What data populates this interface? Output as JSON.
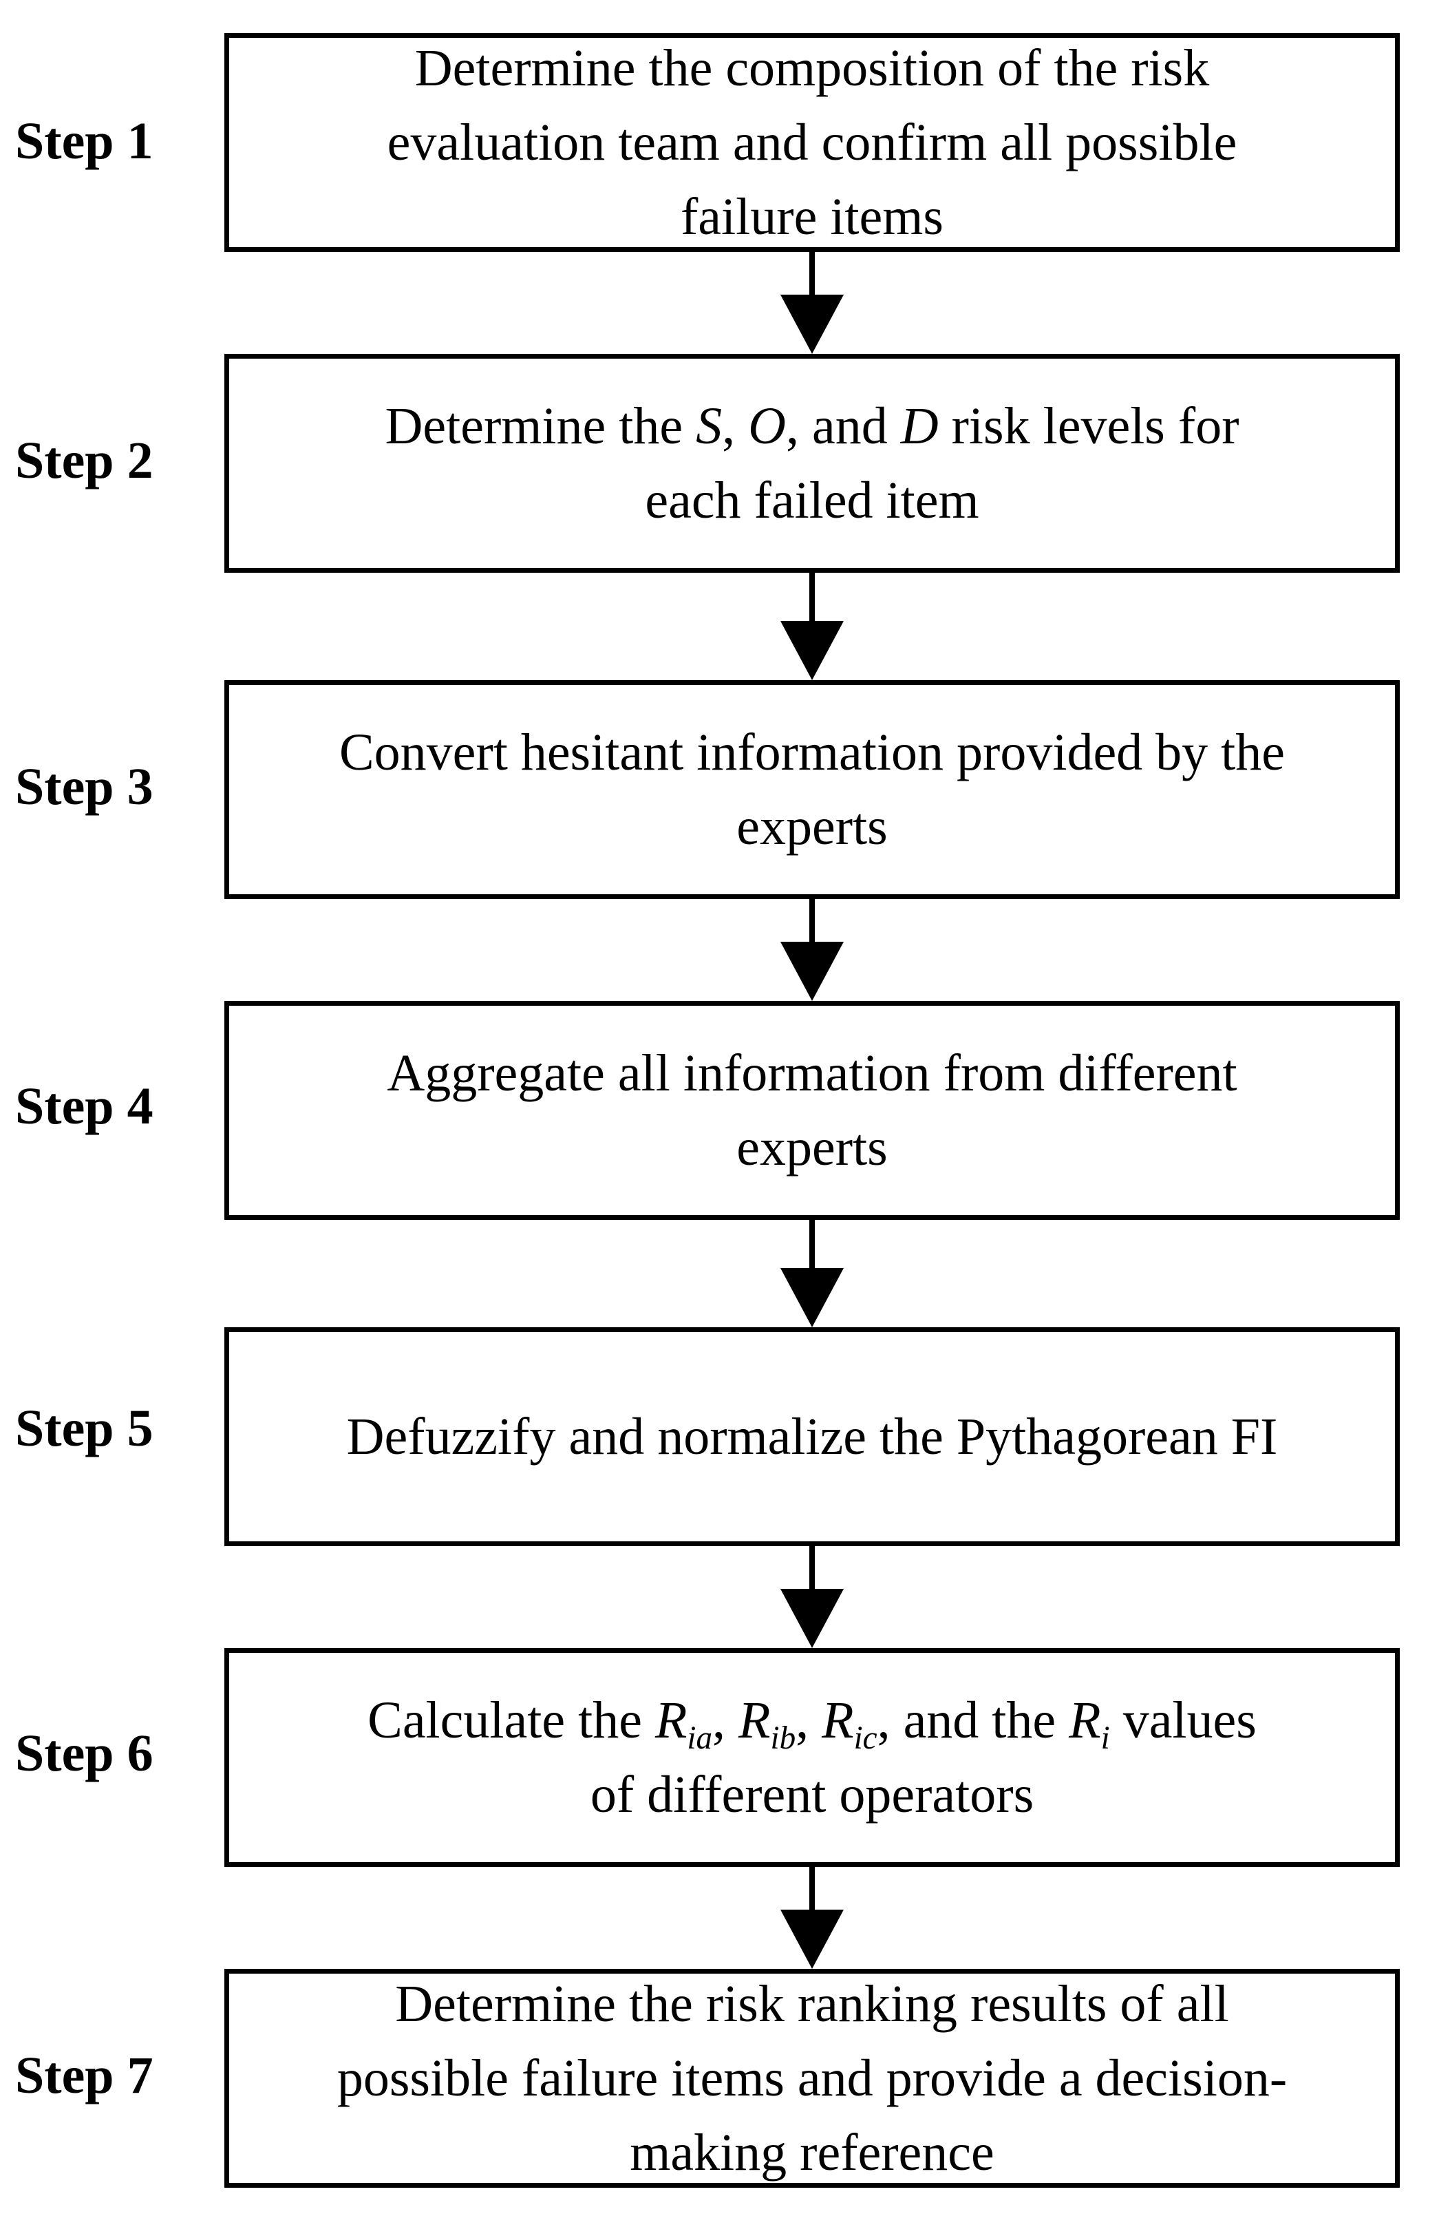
{
  "flowchart": {
    "steps": [
      {
        "label": "Step 1",
        "text": [
          "Determine the composition of the risk",
          "evaluation team and confirm all possible",
          "failure items"
        ]
      },
      {
        "label": "Step 2",
        "text_parts": {
          "before_s": "Determine the ",
          "s": "S",
          "after_s": ", ",
          "o": "O",
          "after_o": ", and ",
          "d": "D",
          "after_d": " risk levels for",
          "line2": "each failed item"
        }
      },
      {
        "label": "Step 3",
        "text": [
          "Convert hesitant information provided by the",
          "experts"
        ]
      },
      {
        "label": "Step 4",
        "text": [
          "Aggregate all information from different",
          "experts"
        ]
      },
      {
        "label": "Step 5",
        "text": [
          "Defuzzify and normalize the Pythagorean FI"
        ]
      },
      {
        "label": "Step 6",
        "text_parts": {
          "before": "Calculate the ",
          "r": "R",
          "ia": "ia",
          "sep1": ", ",
          "ib": "ib",
          "sep2": ", ",
          "ic": "ic",
          "sep3": ", and the ",
          "i": "i",
          "after": " values",
          "line2": "of different operators"
        }
      },
      {
        "label": "Step 7",
        "text": [
          "Determine the risk ranking results of all",
          "possible failure items and provide a decision-",
          "making reference"
        ]
      }
    ]
  },
  "colors": {
    "box_border": "#000000",
    "arrow": "#000000",
    "background": "#ffffff"
  }
}
